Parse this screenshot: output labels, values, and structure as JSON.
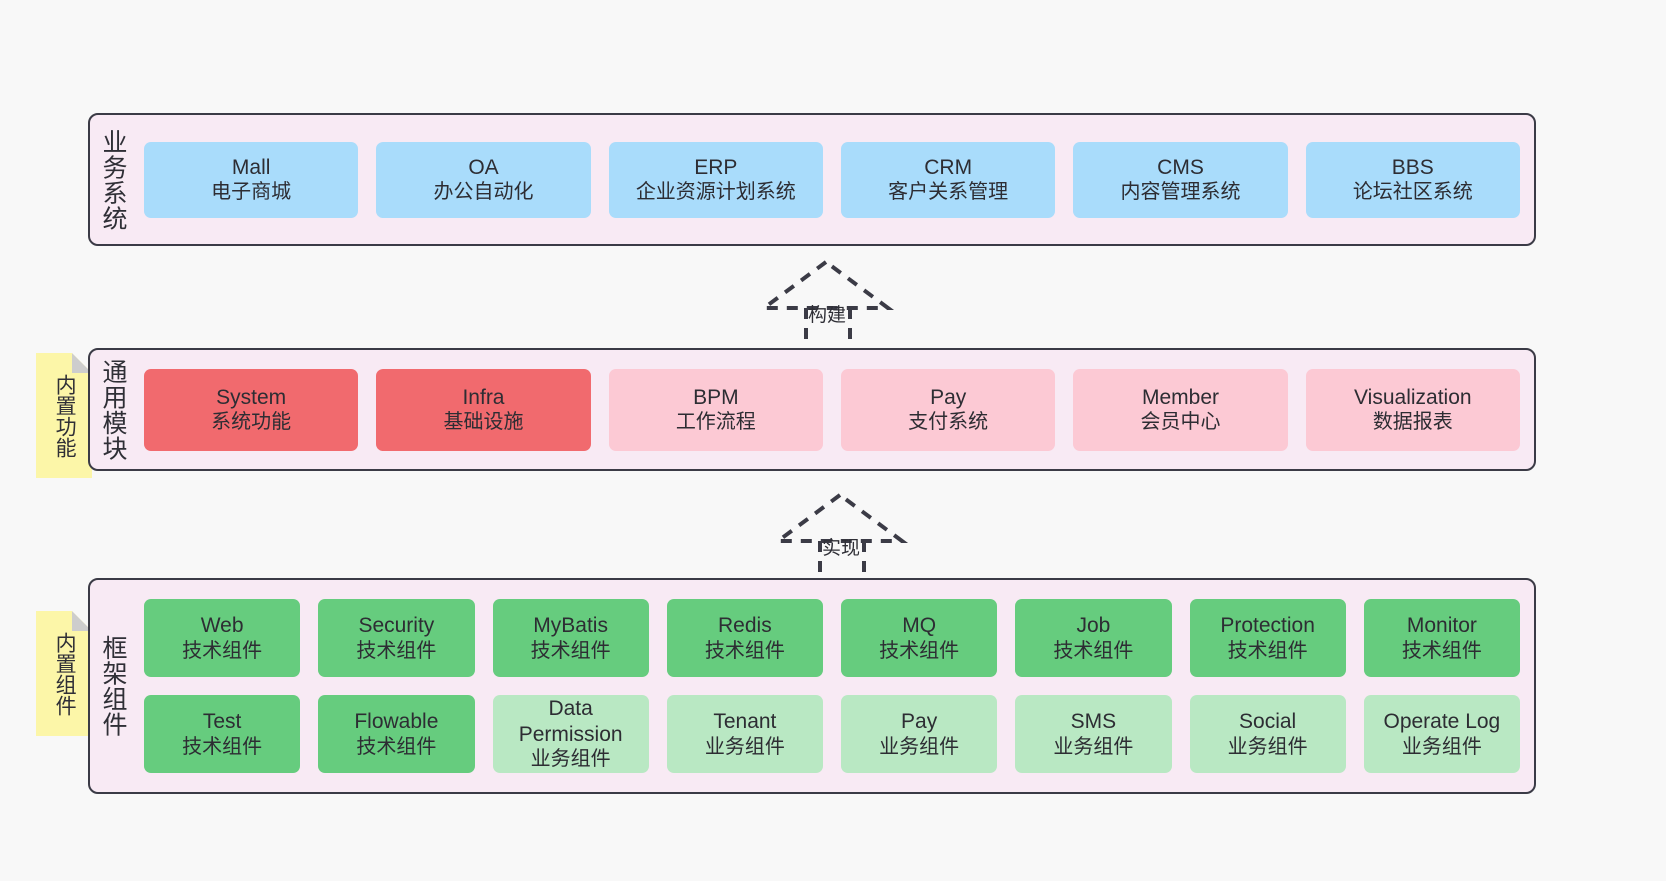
{
  "page": {
    "background": "#f8f8f8",
    "panel_fill": "#f8eaf4",
    "panel_border": "#3b3b46"
  },
  "colors": {
    "business_system": "#a9dcfb",
    "core_module": "#f16a6e",
    "optional_module": "#fcc9d4",
    "tech_component": "#66cc7e",
    "business_component": "#b9e8c3",
    "note": "#fcf6a8",
    "note_fold": "#cdcdcd"
  },
  "layers": {
    "business": {
      "title": "业务系统",
      "cards": [
        {
          "en": "Mall",
          "cn": "电子商城"
        },
        {
          "en": "OA",
          "cn": "办公自动化"
        },
        {
          "en": "ERP",
          "cn": "企业资源计划系统"
        },
        {
          "en": "CRM",
          "cn": "客户关系管理"
        },
        {
          "en": "CMS",
          "cn": "内容管理系统"
        },
        {
          "en": "BBS",
          "cn": "论坛社区系统"
        }
      ]
    },
    "module": {
      "title": "通用模块",
      "note": "内置功能",
      "cards": [
        {
          "en": "System",
          "cn": "系统功能",
          "style": "core"
        },
        {
          "en": "Infra",
          "cn": "基础设施",
          "style": "core"
        },
        {
          "en": "BPM",
          "cn": "工作流程",
          "style": "optional"
        },
        {
          "en": "Pay",
          "cn": "支付系统",
          "style": "optional"
        },
        {
          "en": "Member",
          "cn": "会员中心",
          "style": "optional"
        },
        {
          "en": "Visualization",
          "cn": "数据报表",
          "style": "optional"
        }
      ]
    },
    "framework": {
      "title": "框架组件",
      "note": "内置组件",
      "row1": [
        {
          "en": "Web",
          "cn": "技术组件",
          "style": "tech"
        },
        {
          "en": "Security",
          "cn": "技术组件",
          "style": "tech"
        },
        {
          "en": "MyBatis",
          "cn": "技术组件",
          "style": "tech"
        },
        {
          "en": "Redis",
          "cn": "技术组件",
          "style": "tech"
        },
        {
          "en": "MQ",
          "cn": "技术组件",
          "style": "tech"
        },
        {
          "en": "Job",
          "cn": "技术组件",
          "style": "tech"
        },
        {
          "en": "Protection",
          "cn": "技术组件",
          "style": "tech"
        },
        {
          "en": "Monitor",
          "cn": "技术组件",
          "style": "tech"
        }
      ],
      "row2": [
        {
          "en": "Test",
          "cn": "技术组件",
          "style": "tech"
        },
        {
          "en": "Flowable",
          "cn": "技术组件",
          "style": "tech"
        },
        {
          "en": "Data Permission",
          "cn": "业务组件",
          "style": "business"
        },
        {
          "en": "Tenant",
          "cn": "业务组件",
          "style": "business"
        },
        {
          "en": "Pay",
          "cn": "业务组件",
          "style": "business"
        },
        {
          "en": "SMS",
          "cn": "业务组件",
          "style": "business"
        },
        {
          "en": "Social",
          "cn": "业务组件",
          "style": "business"
        },
        {
          "en": "Operate Log",
          "cn": "业务组件",
          "style": "business"
        }
      ]
    }
  },
  "arrows": {
    "build": {
      "label": "构建"
    },
    "implement": {
      "label": "实现"
    }
  }
}
